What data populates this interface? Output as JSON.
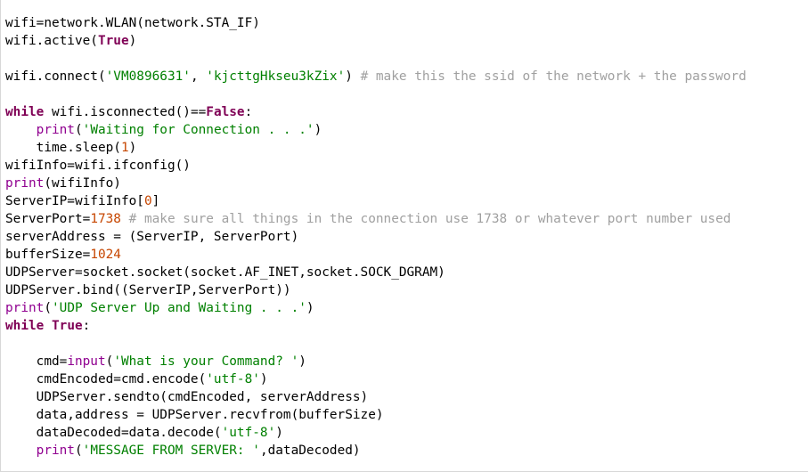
{
  "editor": {
    "lines": [
      [
        {
          "t": "wifi=network.WLAN(network.STA_IF)",
          "c": "plain"
        }
      ],
      [
        {
          "t": "wifi.active(",
          "c": "plain"
        },
        {
          "t": "True",
          "c": "kw"
        },
        {
          "t": ")",
          "c": "plain"
        }
      ],
      [],
      [
        {
          "t": "wifi.connect(",
          "c": "plain"
        },
        {
          "t": "'VM0896631'",
          "c": "str"
        },
        {
          "t": ", ",
          "c": "plain"
        },
        {
          "t": "'kjcttgHkseu3kZix'",
          "c": "str"
        },
        {
          "t": ") ",
          "c": "plain"
        },
        {
          "t": "# make this the ssid of the network + the password",
          "c": "cmt"
        }
      ],
      [],
      [
        {
          "t": "while",
          "c": "kw"
        },
        {
          "t": " wifi.isconnected()==",
          "c": "plain"
        },
        {
          "t": "False",
          "c": "kw"
        },
        {
          "t": ":",
          "c": "plain"
        }
      ],
      [
        {
          "t": "    ",
          "c": "plain"
        },
        {
          "t": "print",
          "c": "fn"
        },
        {
          "t": "(",
          "c": "plain"
        },
        {
          "t": "'Waiting for Connection . . .'",
          "c": "str"
        },
        {
          "t": ")",
          "c": "plain"
        }
      ],
      [
        {
          "t": "    time.sleep(",
          "c": "plain"
        },
        {
          "t": "1",
          "c": "num"
        },
        {
          "t": ")",
          "c": "plain"
        }
      ],
      [
        {
          "t": "wifiInfo=wifi.ifconfig()",
          "c": "plain"
        }
      ],
      [
        {
          "t": "print",
          "c": "fn"
        },
        {
          "t": "(wifiInfo)",
          "c": "plain"
        }
      ],
      [
        {
          "t": "ServerIP=wifiInfo[",
          "c": "plain"
        },
        {
          "t": "0",
          "c": "num"
        },
        {
          "t": "]",
          "c": "plain"
        }
      ],
      [
        {
          "t": "ServerPort=",
          "c": "plain"
        },
        {
          "t": "1738",
          "c": "num"
        },
        {
          "t": " ",
          "c": "plain"
        },
        {
          "t": "# make sure all things in the connection use 1738 or whatever port number used",
          "c": "cmt"
        }
      ],
      [
        {
          "t": "serverAddress = (ServerIP, ServerPort)",
          "c": "plain"
        }
      ],
      [
        {
          "t": "bufferSize=",
          "c": "plain"
        },
        {
          "t": "1024",
          "c": "num"
        }
      ],
      [
        {
          "t": "UDPServer=socket.socket(socket.AF_INET,socket.SOCK_DGRAM)",
          "c": "plain"
        }
      ],
      [
        {
          "t": "UDPServer.bind((ServerIP,ServerPort))",
          "c": "plain"
        }
      ],
      [
        {
          "t": "print",
          "c": "fn"
        },
        {
          "t": "(",
          "c": "plain"
        },
        {
          "t": "'UDP Server Up and Waiting . . .'",
          "c": "str"
        },
        {
          "t": ")",
          "c": "plain"
        }
      ],
      [
        {
          "t": "while",
          "c": "kw"
        },
        {
          "t": " ",
          "c": "plain"
        },
        {
          "t": "True",
          "c": "kw"
        },
        {
          "t": ":",
          "c": "plain"
        }
      ],
      [],
      [
        {
          "t": "    cmd=",
          "c": "plain"
        },
        {
          "t": "input",
          "c": "fn"
        },
        {
          "t": "(",
          "c": "plain"
        },
        {
          "t": "'What is your Command? '",
          "c": "str"
        },
        {
          "t": ")",
          "c": "plain"
        }
      ],
      [
        {
          "t": "    cmdEncoded=cmd.encode(",
          "c": "plain"
        },
        {
          "t": "'utf-8'",
          "c": "str"
        },
        {
          "t": ")",
          "c": "plain"
        }
      ],
      [
        {
          "t": "    UDPServer.sendto(cmdEncoded, serverAddress)",
          "c": "plain"
        }
      ],
      [
        {
          "t": "    data,address = UDPServer.recvfrom(bufferSize)",
          "c": "plain"
        }
      ],
      [
        {
          "t": "    dataDecoded=data.decode(",
          "c": "plain"
        },
        {
          "t": "'utf-8'",
          "c": "str"
        },
        {
          "t": ")",
          "c": "plain"
        }
      ],
      [
        {
          "t": "    ",
          "c": "plain"
        },
        {
          "t": "print",
          "c": "fn"
        },
        {
          "t": "(",
          "c": "plain"
        },
        {
          "t": "'MESSAGE FROM SERVER: '",
          "c": "str"
        },
        {
          "t": ",dataDecoded)",
          "c": "plain"
        }
      ]
    ]
  }
}
